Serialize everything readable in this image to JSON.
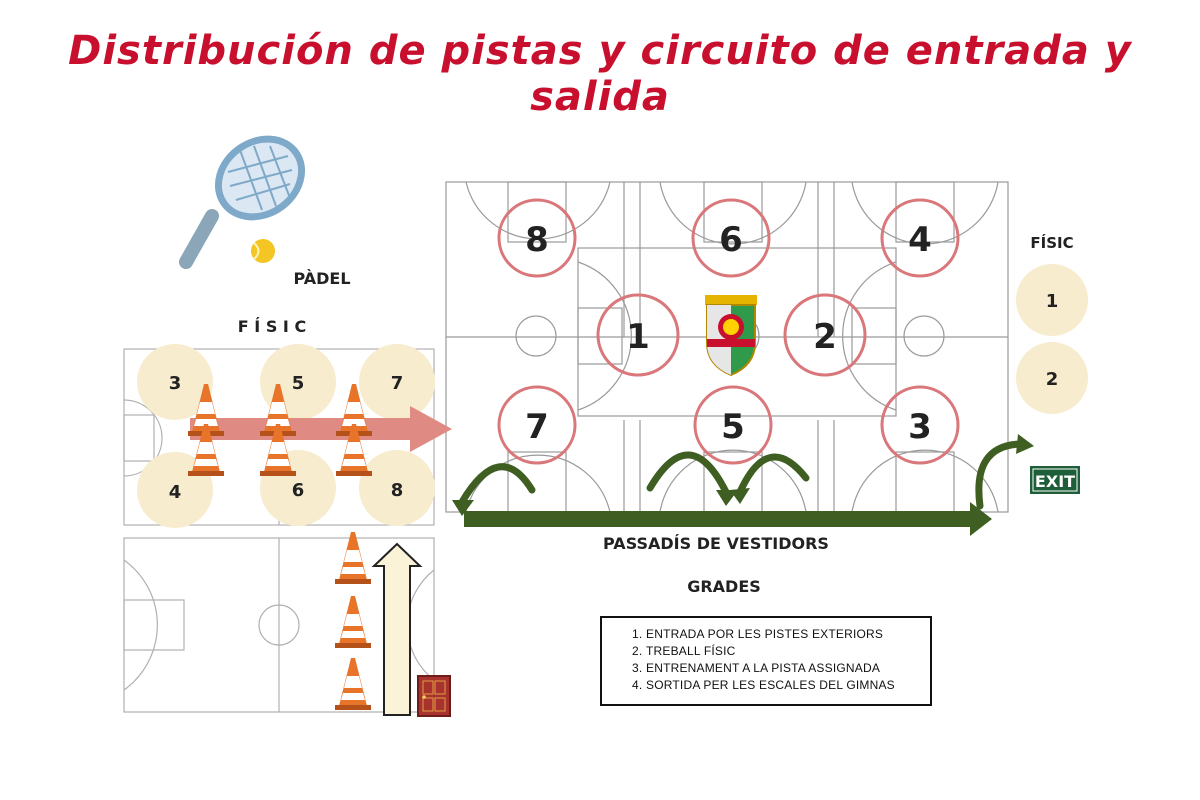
{
  "title": "Distribución de pistas y circuito de entrada y salida",
  "labels": {
    "padel": "PÀDEL",
    "fisic_left": "F Í S I C",
    "fisic_right": "FÍSIC",
    "corridor": "PASSADÍS DE VESTIDORS",
    "stands": "GRADES",
    "exit": "EXIT"
  },
  "main_court_numbers": {
    "c8": "8",
    "c6": "6",
    "c4": "4",
    "c1": "1",
    "c2": "2",
    "c7": "7",
    "c5": "5",
    "c3": "3"
  },
  "left_fisic_stations": {
    "s3": "3",
    "s5": "5",
    "s7": "7",
    "s4": "4",
    "s6": "6",
    "s8": "8"
  },
  "right_fisic_stations": {
    "s1": "1",
    "s2": "2"
  },
  "legend": [
    "ENTRADA POR LES PISTES EXTERIORS",
    "TREBALL FÍSIC",
    "ENTRENAMENT A LA PISTA ASSIGNADA",
    "SORTIDA PER LES ESCALES DEL GIMNAS"
  ],
  "colors": {
    "title": "#c8102e",
    "court_ring": "#d9777a",
    "station_fill": "#f7eccd",
    "route_green": "#3f5e22",
    "entry_arrow": "#e08a84",
    "exit_sign": "#1e5e3a"
  },
  "icons": [
    "tennis-racket-icon",
    "tennis-ball-icon",
    "traffic-cone-icon",
    "door-icon",
    "club-crest-icon"
  ]
}
